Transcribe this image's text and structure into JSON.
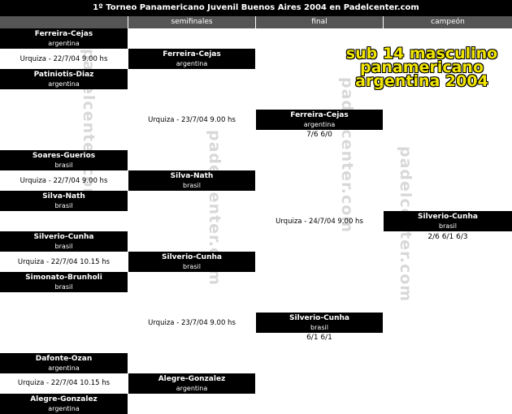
{
  "title": "1º Torneo Panamericano Juvenil Buenos Aires 2004 en Padelcenter.com",
  "columns": [
    "",
    "semifinales",
    "final",
    "campeón"
  ],
  "watermark": "padelcenter.com",
  "headline": [
    "sub 14 masculino",
    "panamericano",
    "argentina 2004"
  ],
  "round1": [
    {
      "team": "Ferreira-Cejas",
      "country": "argentina"
    },
    {
      "team": "Patiniotis-Diaz",
      "country": "argentina"
    },
    {
      "team": "Soares-Guerios",
      "country": "brasil"
    },
    {
      "team": "Silva-Nath",
      "country": "brasil"
    },
    {
      "team": "Silverio-Cunha",
      "country": "brasil"
    },
    {
      "team": "Simonato-Brunholi",
      "country": "brasil"
    },
    {
      "team": "Dafonte-Ozan",
      "country": "argentina"
    },
    {
      "team": "Alegre-Gonzalez",
      "country": "argentina"
    }
  ],
  "round1_matches": [
    "Urquiza - 22/7/04 9.00 hs",
    "Urquiza - 22/7/04 9.00 hs",
    "Urquiza - 22/7/04 10.15 hs",
    "Urquiza - 22/7/04 10.15 hs"
  ],
  "semifinals": [
    {
      "team": "Ferreira-Cejas",
      "country": "argentina"
    },
    {
      "team": "Silva-Nath",
      "country": "brasil"
    },
    {
      "team": "Silverio-Cunha",
      "country": "brasil"
    },
    {
      "team": "Alegre-Gonzalez",
      "country": "argentina"
    }
  ],
  "semifinal_matches": [
    "Urquiza - 23/7/04 9.00 hs",
    "Urquiza - 23/7/04 9.00 hs"
  ],
  "final": [
    {
      "team": "Ferreira-Cejas",
      "country": "argentina",
      "score": "7/6 6/0"
    },
    {
      "team": "Silverio-Cunha",
      "country": "brasil",
      "score": "6/1 6/1"
    }
  ],
  "final_match": "Urquiza - 24/7/04 9.00 hs",
  "champion": {
    "team": "Silverio-Cunha",
    "country": "brasil",
    "score": "2/6 6/1 6/3"
  }
}
